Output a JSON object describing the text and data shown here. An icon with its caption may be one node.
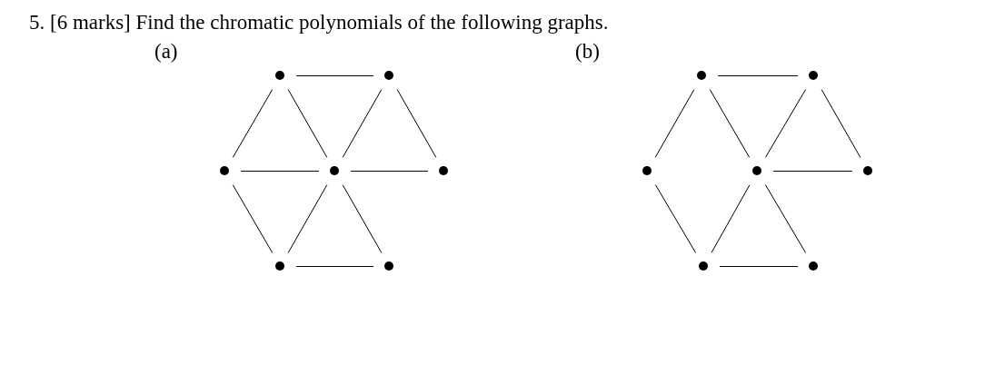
{
  "diagram": {
    "title": "5. [6 marks] Find the chromatic polynomials of the following graphs.",
    "nodes": [
      {
        "text": [],
        "shape": "circle"
      },
      {
        "text": [],
        "shape": "circle"
      },
      {
        "text": [],
        "shape": "circle"
      },
      {
        "text": [],
        "shape": "circle"
      },
      {
        "text": [],
        "shape": "circle"
      },
      {
        "text": [],
        "shape": "circle"
      },
      {
        "text": [],
        "shape": "circle"
      },
      {
        "text": [],
        "shape": "circle"
      },
      {
        "text": [],
        "shape": "circle"
      },
      {
        "text": [],
        "shape": "circle"
      },
      {
        "text": [],
        "shape": "circle"
      },
      {
        "text": [],
        "shape": "circle"
      },
      {
        "text": [],
        "shape": "circle"
      },
      {
        "text": [],
        "shape": "circle"
      }
    ],
    "edges": [
      {
        "from": 0,
        "to": 1,
        "arrow": "none"
      },
      {
        "from": 0,
        "to": 2,
        "arrow": "none"
      },
      {
        "from": 0,
        "to": 3,
        "arrow": "none"
      },
      {
        "from": 1,
        "to": 3,
        "arrow": "none"
      },
      {
        "from": 1,
        "to": 4,
        "arrow": "none"
      },
      {
        "from": 2,
        "to": 3,
        "arrow": "none"
      },
      {
        "from": 3,
        "to": 4,
        "arrow": "none"
      },
      {
        "from": 2,
        "to": 5,
        "arrow": "none"
      },
      {
        "from": 5,
        "to": 3,
        "arrow": "none"
      },
      {
        "from": 3,
        "to": 6,
        "arrow": "none"
      },
      {
        "from": 5,
        "to": 6,
        "arrow": "none"
      },
      {
        "from": 7,
        "to": 8,
        "arrow": "none"
      },
      {
        "from": 7,
        "to": 9,
        "arrow": "none"
      },
      {
        "from": 7,
        "to": 10,
        "arrow": "none"
      },
      {
        "from": 8,
        "to": 10,
        "arrow": "none"
      },
      {
        "from": 8,
        "to": 11,
        "arrow": "none"
      },
      {
        "from": 10,
        "to": 11,
        "arrow": "none"
      },
      {
        "from": 9,
        "to": 12,
        "arrow": "none"
      },
      {
        "from": 12,
        "to": 10,
        "arrow": "none"
      },
      {
        "from": 10,
        "to": 13,
        "arrow": "none"
      },
      {
        "from": 12,
        "to": 13,
        "arrow": "none"
      }
    ],
    "labels": [
      "(a)",
      "(b)"
    ]
  }
}
